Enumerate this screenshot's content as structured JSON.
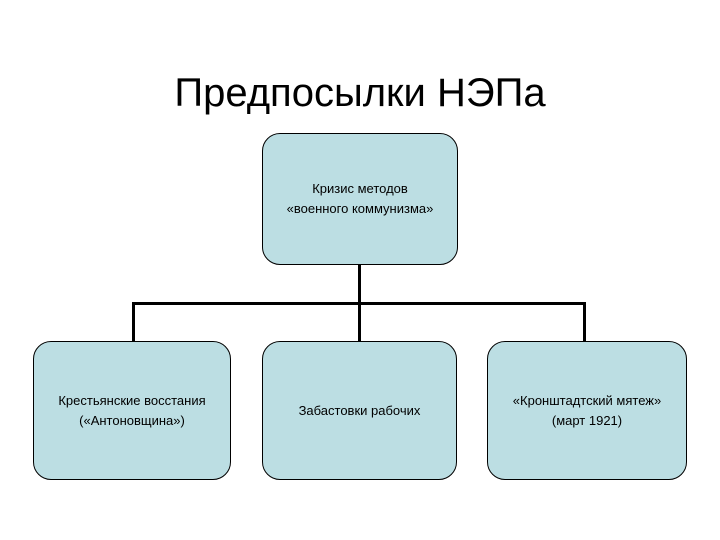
{
  "slide": {
    "title": "Предпосылки НЭПа",
    "background_color": "#ffffff"
  },
  "diagram": {
    "type": "org-chart",
    "node_fill_color": "#bcdee3",
    "node_border_color": "#000000",
    "connector_color": "#000000",
    "root": {
      "id": "root",
      "text": "Кризис методов\n«военного коммунизма»",
      "line1": "Кризис методов",
      "line2": "«военного коммунизма»"
    },
    "children": [
      {
        "id": "child-0",
        "text": "Крестьянские восстания\n(«Антоновщина»)",
        "line1": "Крестьянские восстания",
        "line2": "(«Антоновщина»)"
      },
      {
        "id": "child-1",
        "text": "Забастовки рабочих",
        "line1": "Забастовки рабочих",
        "line2": ""
      },
      {
        "id": "child-2",
        "text": "«Кронштадтский мятеж»\n(март 1921)",
        "line1": "«Кронштадтский мятеж»",
        "line2": "(март 1921)"
      }
    ]
  }
}
